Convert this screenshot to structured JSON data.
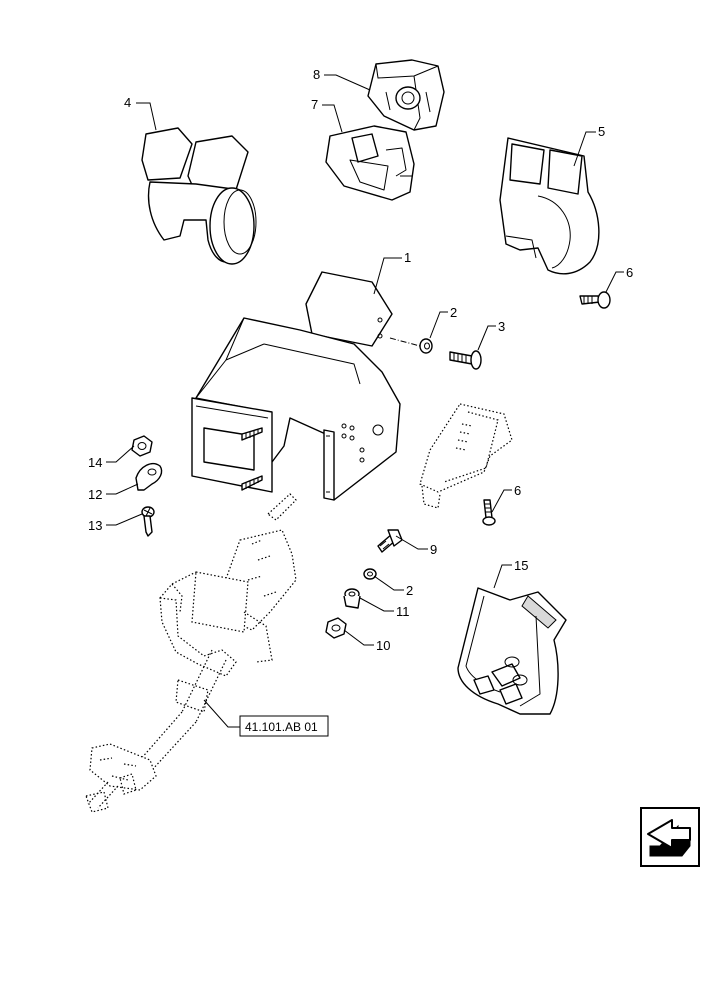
{
  "callouts": {
    "c1": "1",
    "c2a": "2",
    "c3": "3",
    "c4": "4",
    "c5": "5",
    "c6a": "6",
    "c7": "7",
    "c8": "8",
    "c6b": "6",
    "c9": "9",
    "c2b": "2",
    "c11": "11",
    "c10": "10",
    "c14": "14",
    "c12": "12",
    "c13": "13",
    "c15": "15"
  },
  "reference_label": "41.101.AB 01",
  "icons": {
    "nav_arrow": "next-page-arrow-icon"
  }
}
